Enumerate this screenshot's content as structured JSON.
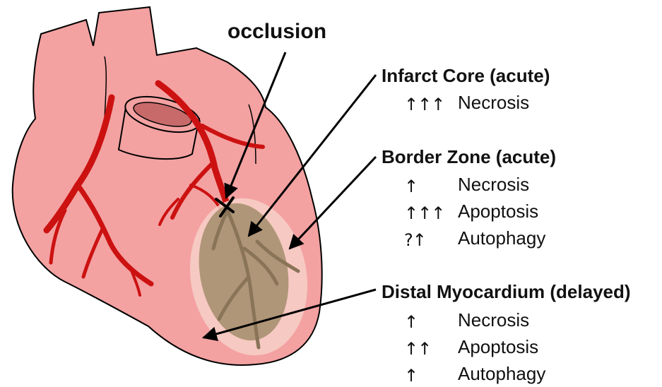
{
  "occlusion_label": "occlusion",
  "regions": [
    {
      "title": "Infarct Core (acute)",
      "rows": [
        {
          "level": "↑↑↑",
          "process": "Necrosis"
        }
      ]
    },
    {
      "title": "Border Zone (acute)",
      "rows": [
        {
          "level": "↑",
          "process": "Necrosis"
        },
        {
          "level": "↑↑↑",
          "process": "Apoptosis"
        },
        {
          "level": "?↑",
          "process": "Autophagy"
        }
      ]
    },
    {
      "title": "Distal Myocardium (delayed)",
      "rows": [
        {
          "level": "↑",
          "process": "Necrosis"
        },
        {
          "level": "↑↑",
          "process": "Apoptosis"
        },
        {
          "level": "↑",
          "process": "Autophagy"
        }
      ]
    }
  ],
  "colors": {
    "heart_fill": "#f4a1a1",
    "heart_outline": "#000000",
    "vessel": "#cc1111",
    "infarct_fill": "#a89070",
    "border_zone_fill": "#f6d0c8"
  }
}
